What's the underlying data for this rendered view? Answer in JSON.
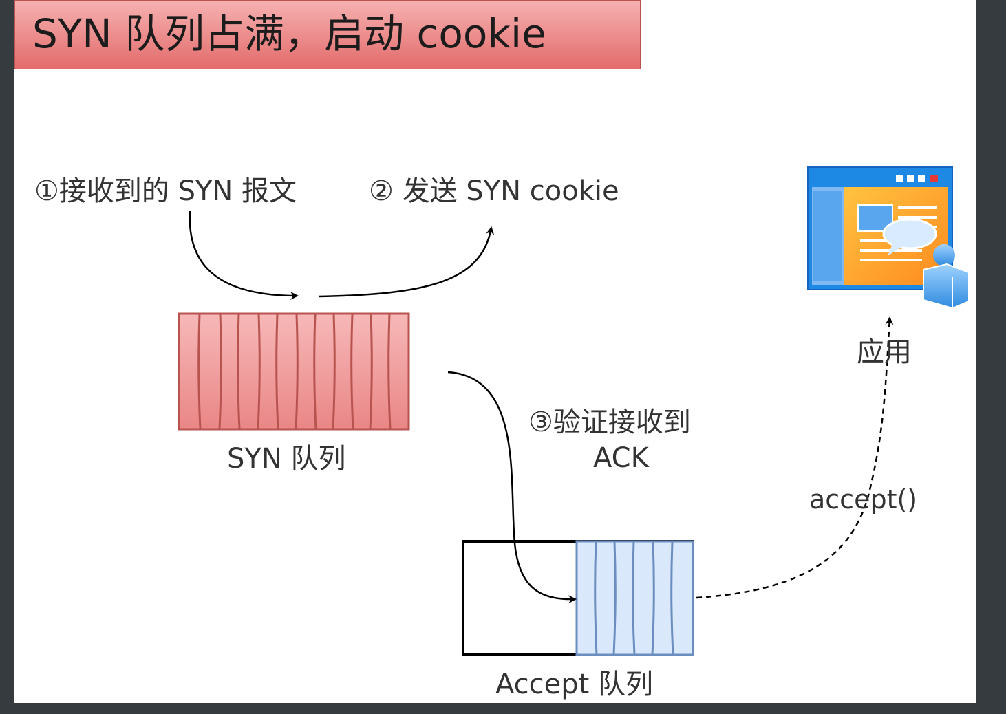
{
  "diagram": {
    "title": "SYN 队列占满，启动 cookie",
    "step1_label": "①接收到的 SYN 报文",
    "step2_label": "② 发送 SYN cookie",
    "step3_label_line1": "③验证接收到",
    "step3_label_line2": "ACK",
    "syn_queue_label": "SYN 队列",
    "accept_queue_label": "Accept 队列",
    "app_label": "应用",
    "accept_call_label": "accept()",
    "colors": {
      "background": "#363b40",
      "canvas": "#ffffff",
      "title_fill": "#e36b6b",
      "syn_queue_fill": "#f4a3a3",
      "syn_queue_stroke": "#b85450",
      "accept_queue_fill": "#dae8fc",
      "accept_queue_stroke": "#6c8ebf",
      "arrow": "#000000"
    },
    "icons": [
      "application-window-icon"
    ]
  }
}
